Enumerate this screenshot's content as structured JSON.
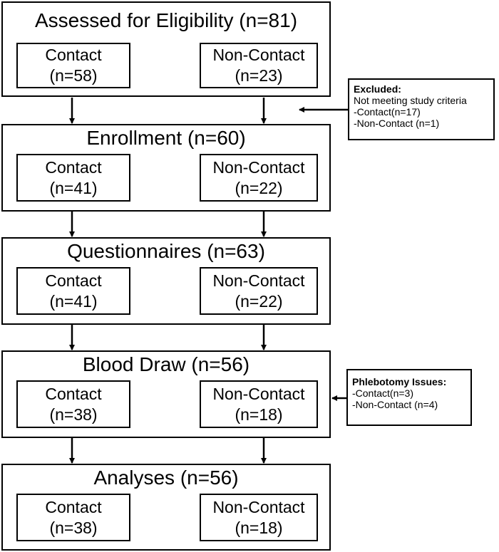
{
  "stages": [
    {
      "title": "Assessed for Eligibility (n=81)",
      "left": {
        "label": "Contact",
        "count": "(n=58)"
      },
      "right": {
        "label": "Non-Contact",
        "count": "(n=23)"
      }
    },
    {
      "title": "Enrollment (n=60)",
      "left": {
        "label": "Contact",
        "count": "(n=41)"
      },
      "right": {
        "label": "Non-Contact",
        "count": "(n=22)"
      }
    },
    {
      "title": "Questionnaires (n=63)",
      "left": {
        "label": "Contact",
        "count": "(n=41)"
      },
      "right": {
        "label": "Non-Contact",
        "count": "(n=22)"
      }
    },
    {
      "title": "Blood Draw (n=56)",
      "left": {
        "label": "Contact",
        "count": "(n=38)"
      },
      "right": {
        "label": "Non-Contact",
        "count": "(n=18)"
      }
    },
    {
      "title": "Analyses (n=56)",
      "left": {
        "label": "Contact",
        "count": "(n=38)"
      },
      "right": {
        "label": "Non-Contact",
        "count": "(n=18)"
      }
    }
  ],
  "excluded": {
    "header": "Excluded:",
    "lines": [
      "Not meeting study criteria",
      "-Contact(n=17)",
      "-Non-Contact (n=1)"
    ]
  },
  "phlebotomy": {
    "header": "Phlebotomy Issues:",
    "lines": [
      "-Contact(n=3)",
      "-Non-Contact (n=4)"
    ]
  }
}
